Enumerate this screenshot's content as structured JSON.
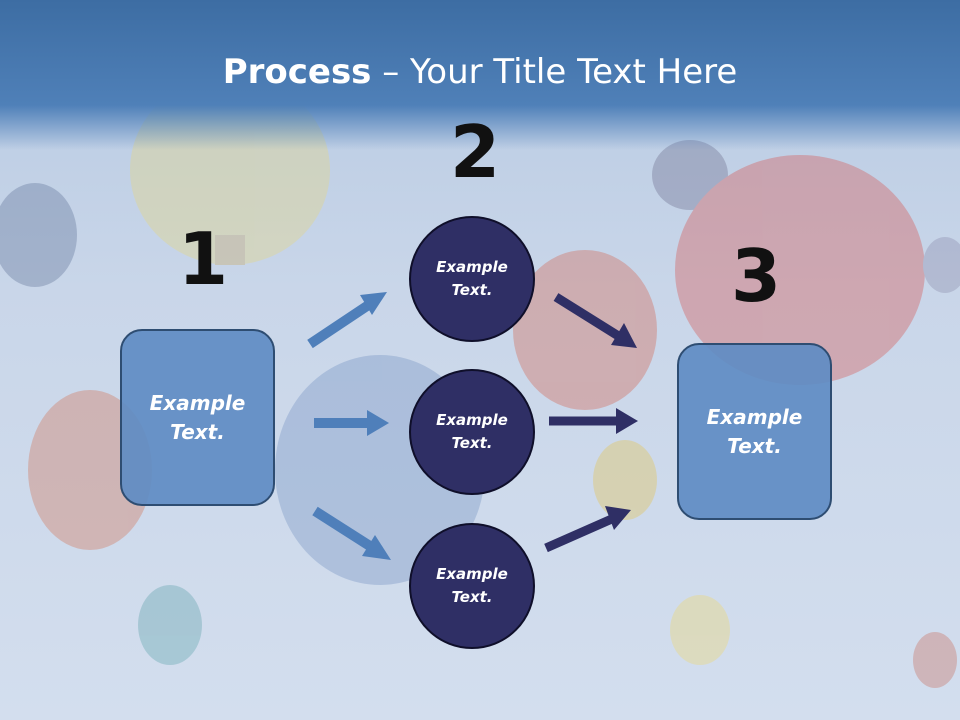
{
  "title": {
    "bold": "Process",
    "rest": " – Your Title Text Here"
  },
  "steps": [
    {
      "number": "1"
    },
    {
      "number": "2"
    },
    {
      "number": "3"
    }
  ],
  "boxes": {
    "left": "Example Text.",
    "right": "Example Text."
  },
  "circles": [
    "Example Text.",
    "Example Text.",
    "Example Text."
  ],
  "colors": {
    "title_band": "#4a7cb4",
    "box_fill": "#5f8cc3",
    "circle_fill": "#2f2f65",
    "arrow_light": "#4f7fba",
    "arrow_dark": "#2f2f65"
  }
}
